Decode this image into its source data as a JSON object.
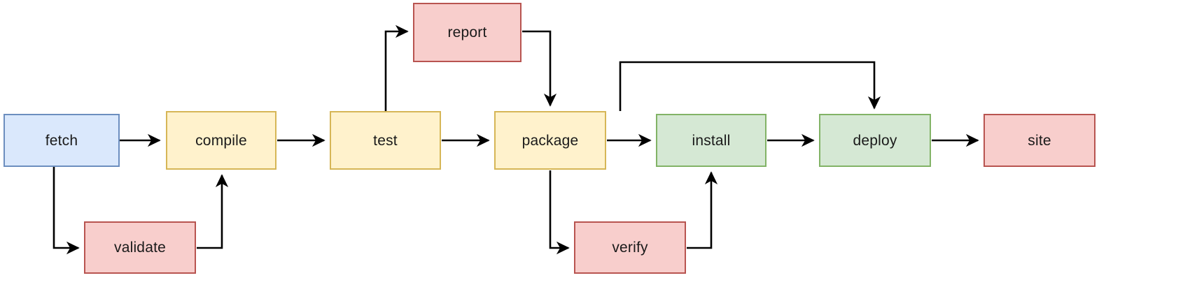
{
  "diagram": {
    "title": "build pipeline flowchart",
    "background": "#ffffff",
    "palette": {
      "blue_fill": "#dae8fc",
      "blue_stroke": "#6c8ebf",
      "yellow_fill": "#fff2cc",
      "yellow_stroke": "#d6b656",
      "green_fill": "#d5e8d4",
      "green_stroke": "#82b366",
      "red_fill": "#f8cecc",
      "red_stroke": "#b85450",
      "edge_stroke": "#000000"
    },
    "nodes": [
      {
        "id": "fetch",
        "label": "fetch",
        "fill": "#dae8fc",
        "stroke": "#6c8ebf"
      },
      {
        "id": "compile",
        "label": "compile",
        "fill": "#fff2cc",
        "stroke": "#d6b656"
      },
      {
        "id": "test",
        "label": "test",
        "fill": "#fff2cc",
        "stroke": "#d6b656"
      },
      {
        "id": "package",
        "label": "package",
        "fill": "#fff2cc",
        "stroke": "#d6b656"
      },
      {
        "id": "install",
        "label": "install",
        "fill": "#d5e8d4",
        "stroke": "#82b366"
      },
      {
        "id": "deploy",
        "label": "deploy",
        "fill": "#d5e8d4",
        "stroke": "#82b366"
      },
      {
        "id": "site",
        "label": "site",
        "fill": "#f8cecc",
        "stroke": "#b85450"
      },
      {
        "id": "report",
        "label": "report",
        "fill": "#f8cecc",
        "stroke": "#b85450"
      },
      {
        "id": "validate",
        "label": "validate",
        "fill": "#f8cecc",
        "stroke": "#b85450"
      },
      {
        "id": "verify",
        "label": "verify",
        "fill": "#f8cecc",
        "stroke": "#b85450"
      }
    ],
    "edges": [
      {
        "from": "fetch",
        "to": "compile",
        "label": "",
        "route": "straight-right"
      },
      {
        "from": "compile",
        "to": "test",
        "label": "",
        "route": "straight-right"
      },
      {
        "from": "test",
        "to": "package",
        "label": "",
        "route": "straight-right"
      },
      {
        "from": "package",
        "to": "install",
        "label": "",
        "route": "straight-right"
      },
      {
        "from": "install",
        "to": "deploy",
        "label": "",
        "route": "straight-right"
      },
      {
        "from": "deploy",
        "to": "site",
        "label": "",
        "route": "straight-right"
      },
      {
        "from": "fetch",
        "to": "validate",
        "label": "",
        "route": "down-right"
      },
      {
        "from": "validate",
        "to": "compile",
        "label": "",
        "route": "right-up"
      },
      {
        "from": "test",
        "to": "report",
        "label": "",
        "route": "up-right"
      },
      {
        "from": "report",
        "to": "package",
        "label": "",
        "route": "right-down"
      },
      {
        "from": "package",
        "to": "verify",
        "label": "",
        "route": "down-right"
      },
      {
        "from": "verify",
        "to": "install",
        "label": "",
        "route": "right-up"
      },
      {
        "from": "package",
        "to": "deploy",
        "label": "",
        "route": "up-over-down"
      }
    ]
  }
}
